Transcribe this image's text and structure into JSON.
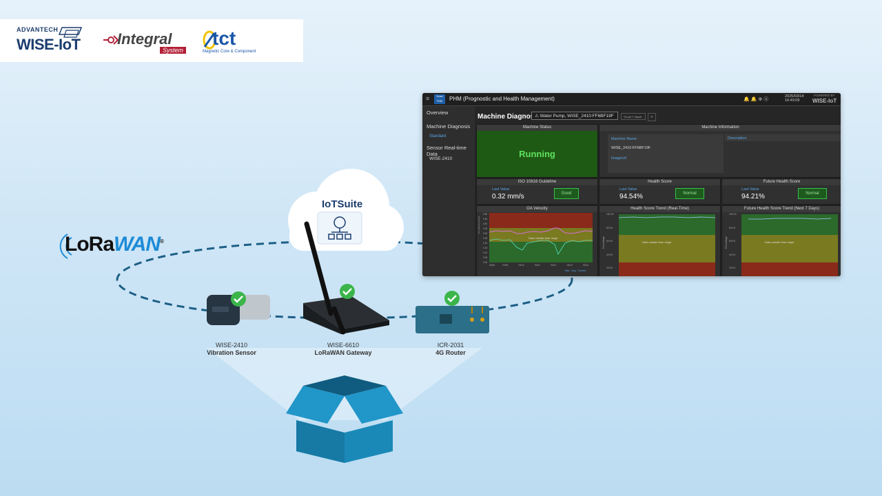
{
  "logos": {
    "advantech": "ADVANTECH",
    "wise_iot": "WISE-IoT",
    "integral": "Integral",
    "integral_system": "System",
    "tct": "tct",
    "tct_sub": "Magnetic Core & Component"
  },
  "lorawan": {
    "lora": "LoRa",
    "wan": "WAN",
    "reg": "®"
  },
  "cloud": {
    "title": "IoTSuite"
  },
  "devices": [
    {
      "name": "WISE-2410",
      "desc": "Vibration Sensor"
    },
    {
      "name": "WISE-6610",
      "desc": "LoRaWAN Gateway"
    },
    {
      "name": "ICR-2031",
      "desc": "4G Router"
    }
  ],
  "dashboard": {
    "app_title": "PHM (Prognostic and Health Management)",
    "badge_top": "Smart",
    "badge_bottom": "PHM",
    "date": "2025/03/14",
    "time": "16:49:09",
    "powered_by": "POWERED BY",
    "powered_brand": "WISE-IoT",
    "sidebar": [
      "Overview",
      "Machine Diagnosis",
      "Standard",
      "Sensor Real-time Data",
      "WISE-2410"
    ],
    "page_title": "Machine Diagnosis",
    "machine_select": "Water Pump, WISE_2410:FF6BF19F",
    "range": "Last 7 days",
    "machine_status": {
      "title": "Machine Status",
      "value": "Running"
    },
    "machine_info": {
      "title": "Machine Information",
      "name_label": "Machine Name",
      "name_value": "WISE_2410:FF6BF19F",
      "image_label": "ImageUrl",
      "desc_label": "Description"
    },
    "iso": {
      "title": "ISO 10816 Guideline",
      "label": "Last Value",
      "value": "0.32 mm/s",
      "status": "Good"
    },
    "health": {
      "title": "Health Score",
      "label": "Last Value",
      "value": "94.54%",
      "status": "Normal"
    },
    "future": {
      "title": "Future Health Score",
      "label": "Last Value",
      "value": "94.21%",
      "status": "Normal"
    },
    "oa": {
      "title": "OA Velocity",
      "note": "Data outside time range",
      "ylabel": "OA Velocity (mm/s)",
      "legend": [
        "Max",
        "Avg",
        "Current"
      ],
      "xticks": [
        "03/08",
        "03/09",
        "03/10",
        "03/11",
        "03/12",
        "03/13",
        "03/14"
      ],
      "yticks": [
        "0.50",
        "0.45",
        "0.40",
        "0.35",
        "0.30",
        "0.25",
        "0.20",
        "0.15",
        "0.10",
        "0.05",
        "0.00"
      ]
    },
    "hs_trend": {
      "title": "Health Score Trend (Real-Time)",
      "note": "Data outside time range",
      "ylabel": "Percentage",
      "yticks": [
        "100.0%",
        "80.0%",
        "60.0%",
        "40.0%",
        "20.0%"
      ]
    },
    "fhs_trend": {
      "title": "Future Health Score Trend (Next 7 Days)",
      "note": "Data outside time range",
      "ylabel": "Percentage",
      "yticks": [
        "100.0%",
        "80.0%",
        "60.0%",
        "40.0%",
        "20.0%"
      ]
    }
  },
  "colors": {
    "accent": "#1d8bd6",
    "dark_blue": "#1b3c6e",
    "running_green": "#1f5a14",
    "box_teal": "#1b89b8"
  }
}
